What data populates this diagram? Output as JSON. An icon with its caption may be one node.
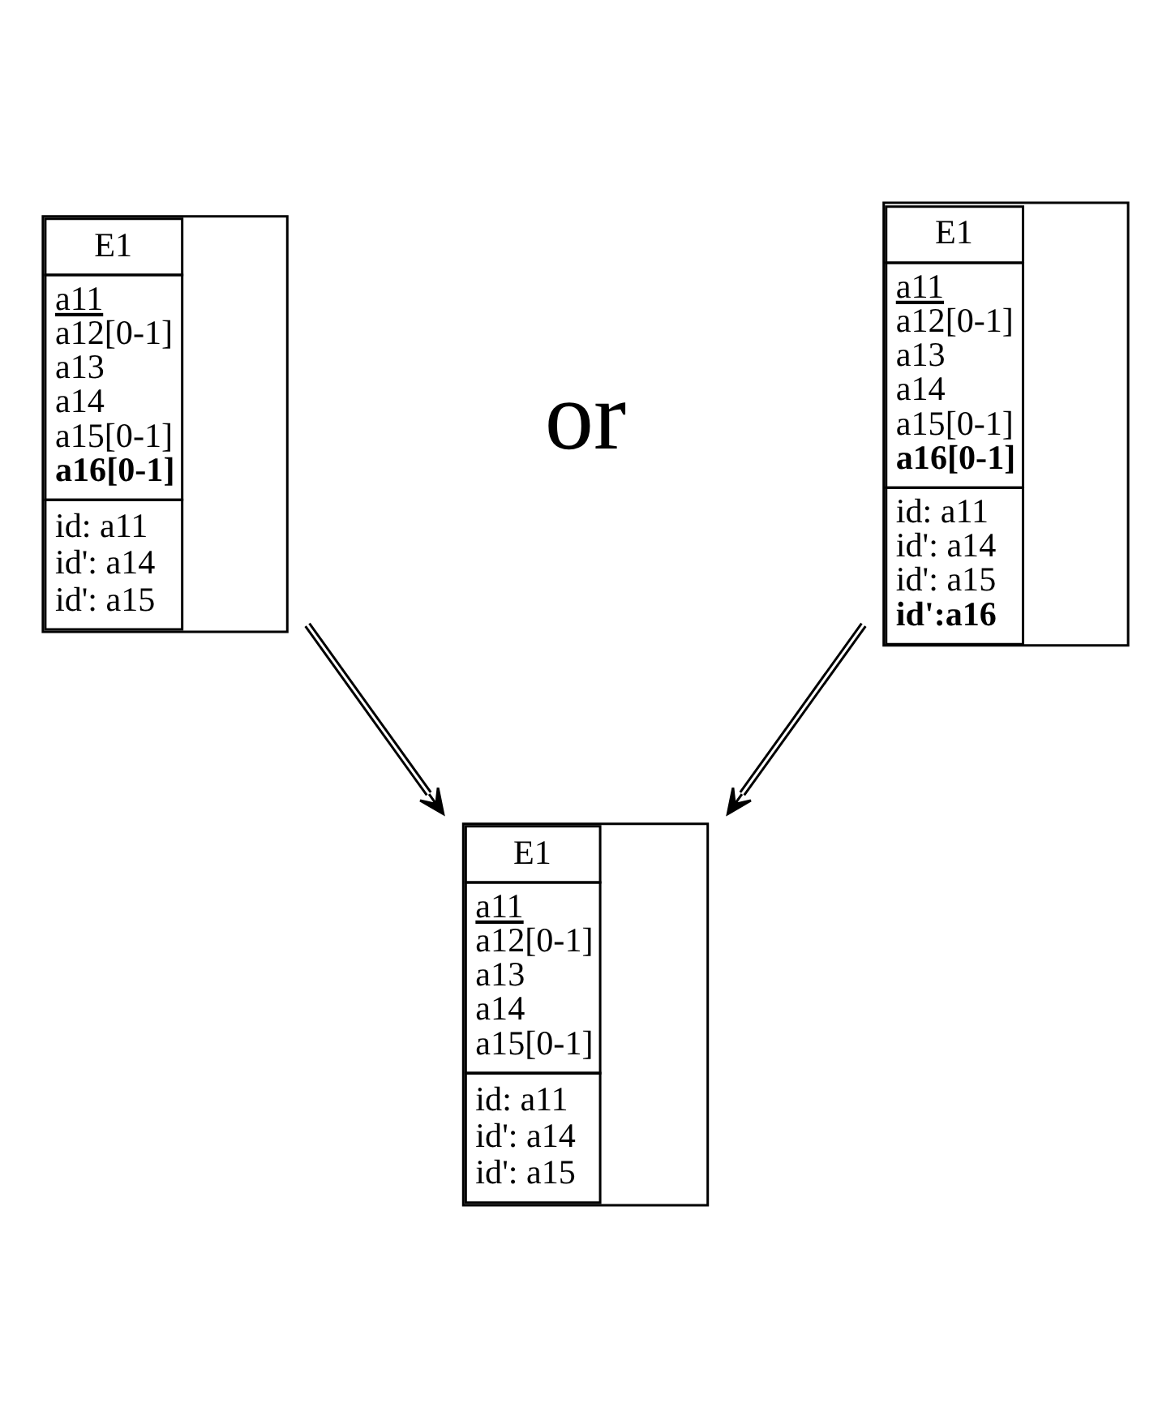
{
  "diagram": {
    "nodes": [
      {
        "text": [
          "E1",
          "a11",
          "a12[0-1]",
          "a13",
          "a14",
          "a15[0-1]",
          "**a16[0-1]**",
          "id: a11",
          "id': a14",
          "id': a15"
        ]
      },
      {
        "text": [
          "E1",
          "a11",
          "a12[0-1]",
          "a13",
          "a14",
          "a15[0-1]",
          "**a16[0-1]**",
          "id: a11",
          "id': a14",
          "id': a15",
          "**id':a16**"
        ]
      },
      {
        "text": [
          "E1",
          "a11",
          "a12[0-1]",
          "a13",
          "a14",
          "a15[0-1]",
          "id: a11",
          "id': a14",
          "id': a15"
        ]
      }
    ],
    "edges": [
      {
        "from": 0,
        "to": 2,
        "arrow": "to"
      },
      {
        "from": 1,
        "to": 2,
        "arrow": "to"
      }
    ],
    "labels": [
      "or"
    ]
  }
}
